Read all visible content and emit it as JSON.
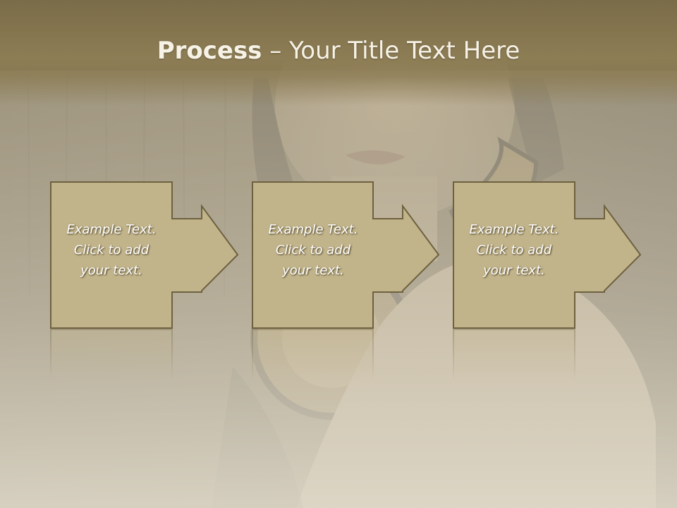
{
  "slide": {
    "title_bold": "Process",
    "title_rest": " – Your Title Text Here",
    "steps": [
      {
        "line1": "Example Text.",
        "line2": "Click  to add",
        "line3": "your text."
      },
      {
        "line1": "Example Text.",
        "line2": "Click  to add",
        "line3": "your text."
      },
      {
        "line1": "Example Text.",
        "line2": "Click  to add",
        "line3": "your text."
      }
    ]
  },
  "colors": {
    "box_fill": "#c2b48a",
    "box_stroke": "#6d6140",
    "title_band": "#8d7d55",
    "title_text": "#f6f2e6"
  }
}
